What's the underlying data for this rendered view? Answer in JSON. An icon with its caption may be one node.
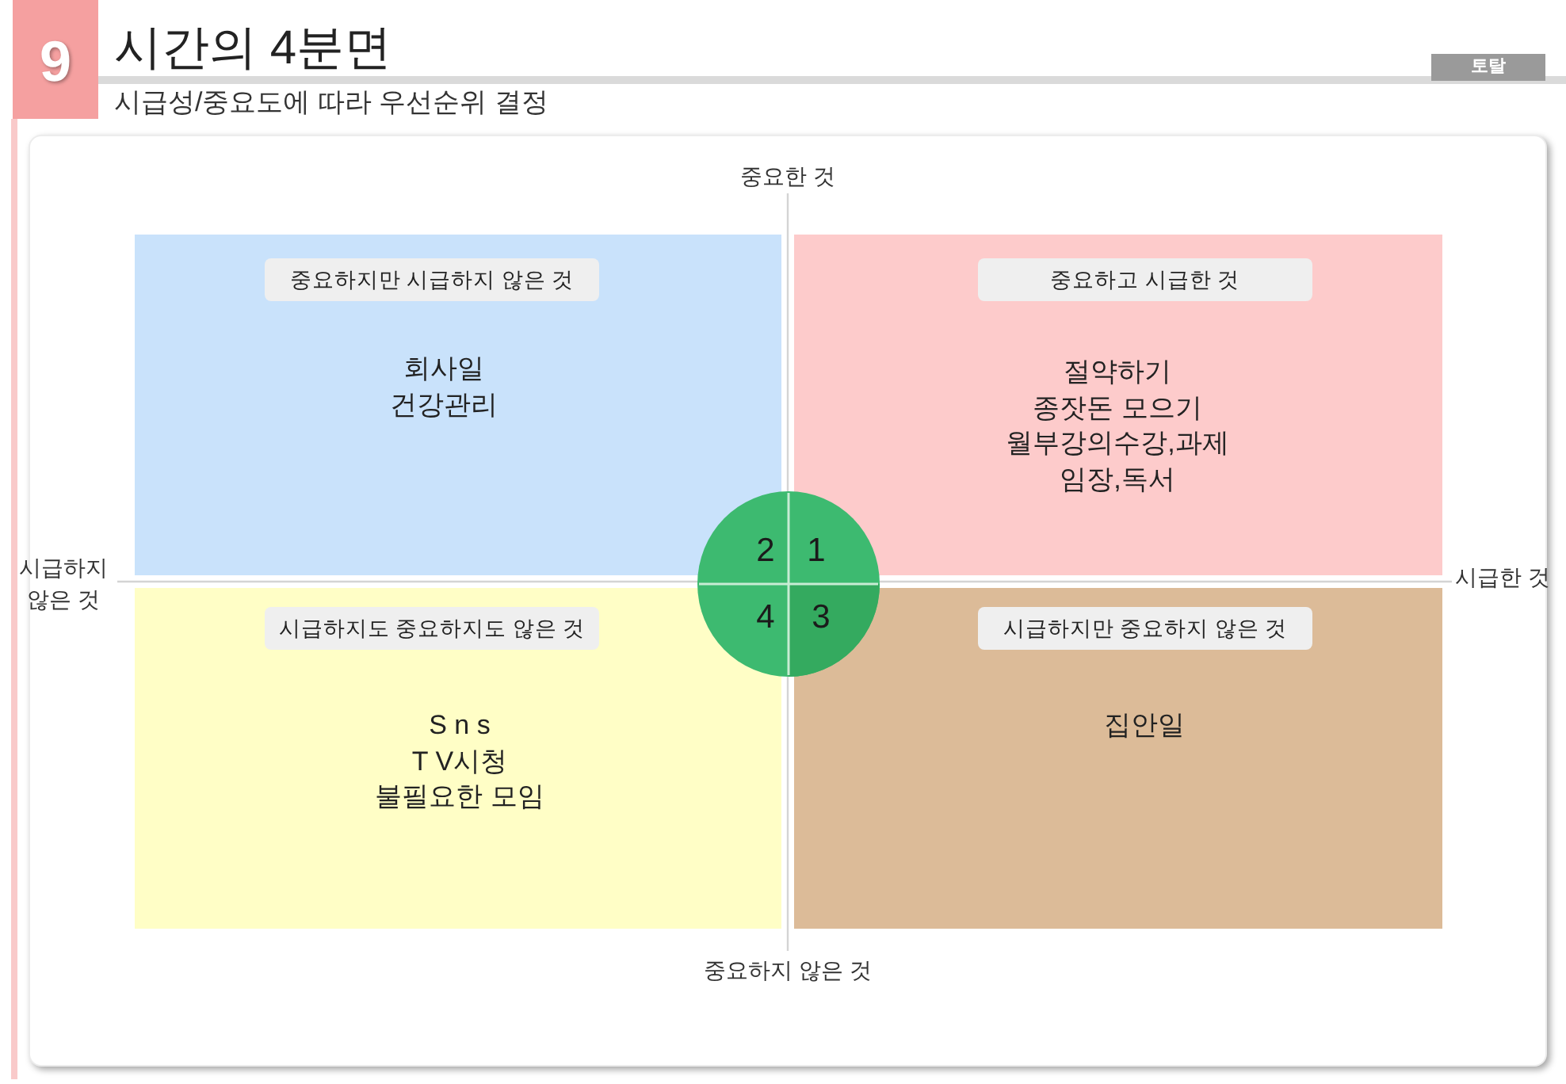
{
  "diagram": {
    "title": "시간의 4분면",
    "nodes": [
      {
        "text": [
          "9"
        ]
      },
      {
        "text": [
          "토탈"
        ]
      },
      {
        "text": [
          "회사일",
          "건강관리"
        ]
      },
      {
        "text": [
          "중요하지만 시급하지 않은 것"
        ],
        "in": 2
      },
      {
        "text": [
          "절약하기",
          "종잣돈 모으기",
          "월부강의수강,과제",
          "임장,독서"
        ]
      },
      {
        "text": [
          "중요하고 시급한 것"
        ],
        "in": 4
      },
      {
        "text": [
          "2",
          "1",
          "4",
          "3"
        ]
      },
      {
        "text": [
          "S n s",
          "T V시청",
          "불필요한 모임"
        ]
      },
      {
        "text": [
          "시급하지도 중요하지도 않은 것"
        ],
        "in": 7
      },
      {
        "text": [
          "집안일"
        ]
      },
      {
        "text": [
          "시급하지만 중요하지 않은 것"
        ],
        "in": 9
      }
    ],
    "labels": [
      "시급성/중요도에 따라 우선순위 결정",
      "중요한 것",
      "시급하지 않은 것",
      "시급한 것",
      "중요하지 않은 것"
    ]
  }
}
